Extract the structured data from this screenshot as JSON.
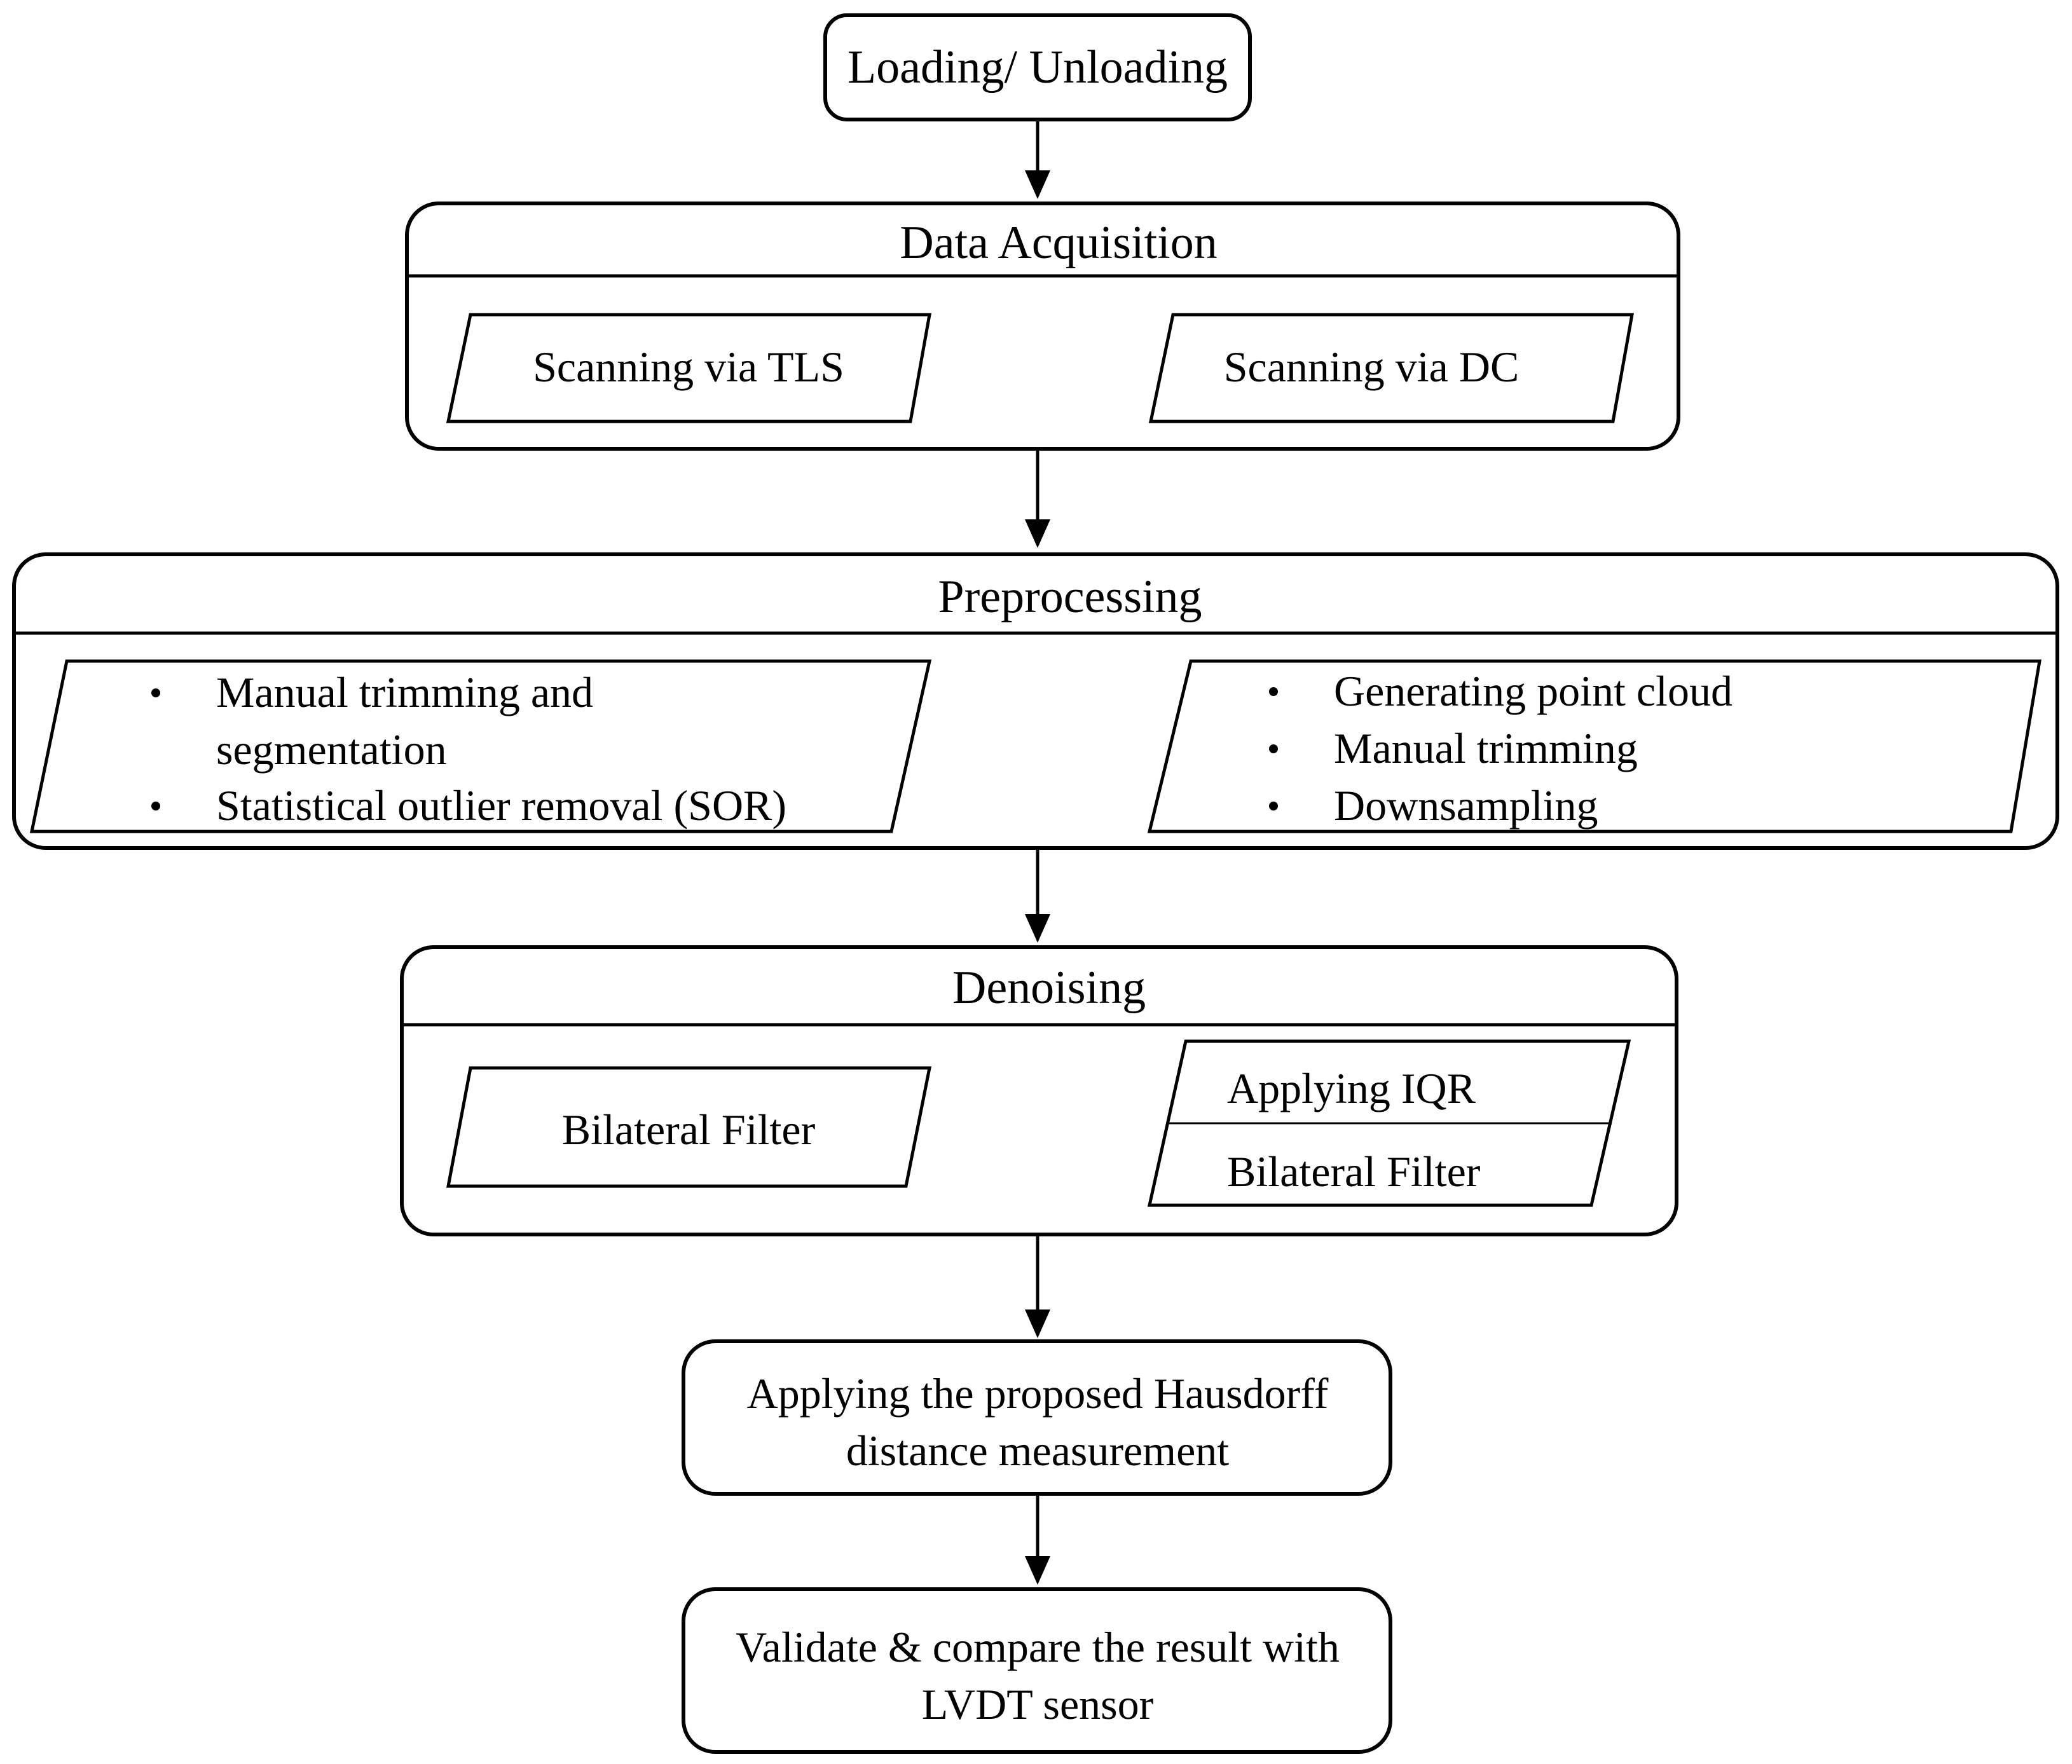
{
  "start": {
    "label": "Loading/ Unloading"
  },
  "data_acquisition": {
    "title": "Data Acquisition",
    "left": "Scanning via TLS",
    "right": "Scanning via DC"
  },
  "preprocessing": {
    "title": "Preprocessing",
    "left_items": [
      "Manual trimming and",
      "segmentation",
      "Statistical outlier removal (SOR)"
    ],
    "right_items": [
      "Generating point cloud",
      "Manual trimming",
      "Downsampling"
    ]
  },
  "denoising": {
    "title": "Denoising",
    "left": "Bilateral Filter",
    "right_top": "Applying IQR",
    "right_bottom": "Bilateral Filter"
  },
  "hausdorff": {
    "line1": "Applying the proposed Hausdorff",
    "line2": "distance measurement"
  },
  "validate": {
    "line1": "Validate & compare the result with",
    "line2": "LVDT sensor"
  }
}
